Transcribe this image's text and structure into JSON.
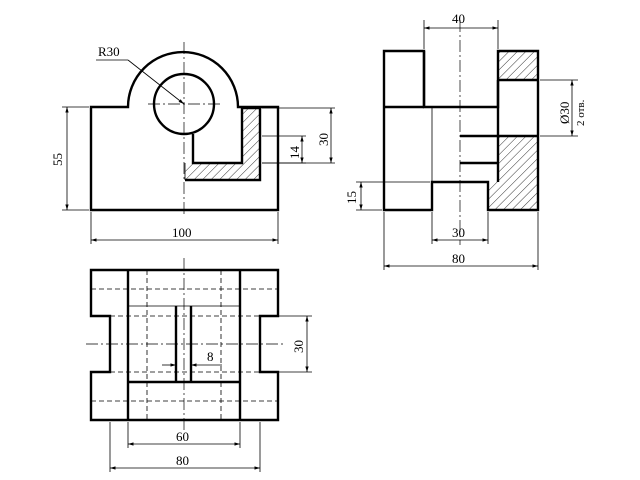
{
  "drawing": {
    "front_view": {
      "radius_label": "R30",
      "dim_width": "100",
      "dim_height": "55",
      "dim_slot_depth": "30",
      "dim_slot_offset": "14"
    },
    "side_view": {
      "dim_top": "40",
      "dim_hole": "Ø30",
      "dim_hole_note": "2 отв.",
      "dim_step_height": "15",
      "dim_step_width": "30",
      "dim_width": "80"
    },
    "top_view": {
      "dim_rib": "8",
      "dim_slot": "30",
      "dim_inner": "60",
      "dim_width": "80"
    },
    "colors": {
      "line": "#000000",
      "background": "#ffffff"
    }
  }
}
